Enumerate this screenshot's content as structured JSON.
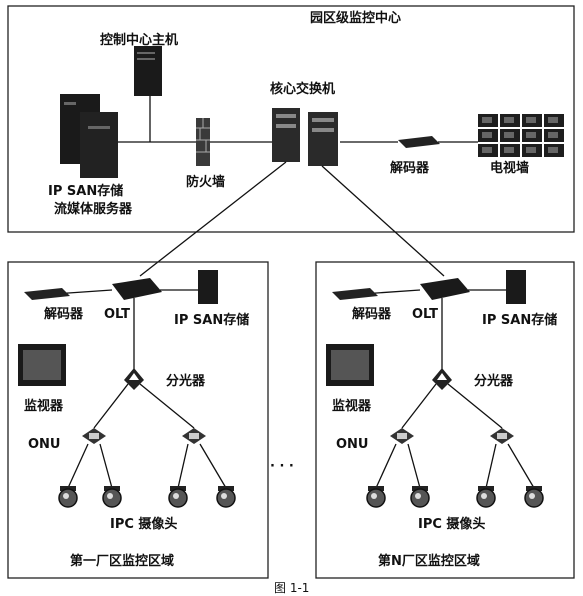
{
  "campus": {
    "title": "园区级监控中心",
    "control_host": "控制中心主机",
    "firewall": "防火墙",
    "core_switch": "核心交换机",
    "decoder": "解码器",
    "tv_wall": "电视墙",
    "ip_san_line1": "IP SAN存储",
    "ip_san_line2": "流媒体服务器"
  },
  "zones": [
    {
      "title": "第一厂区监控区域",
      "decoder": "解码器",
      "olt": "OLT",
      "ip_san": "IP SAN存储",
      "monitor": "监视器",
      "splitter": "分光器",
      "onu": "ONU",
      "cameras": "IPC 摄像头"
    },
    {
      "title": "第N厂区监控区域",
      "decoder": "解码器",
      "olt": "OLT",
      "ip_san": "IP SAN存储",
      "monitor": "监视器",
      "splitter": "分光器",
      "onu": "ONU",
      "cameras": "IPC 摄像头"
    }
  ],
  "ellipsis": "· · ·",
  "figure_caption": "图 1-1",
  "colors": {
    "ink": "#111111",
    "device": "#1a1a1a",
    "screen": "#555555"
  },
  "icons": [
    "server-tower-icon",
    "firewall-icon",
    "switch-icon",
    "decoder-icon",
    "tv-wall-icon",
    "olt-icon",
    "monitor-icon",
    "splitter-icon",
    "onu-icon",
    "dome-camera-icon"
  ]
}
